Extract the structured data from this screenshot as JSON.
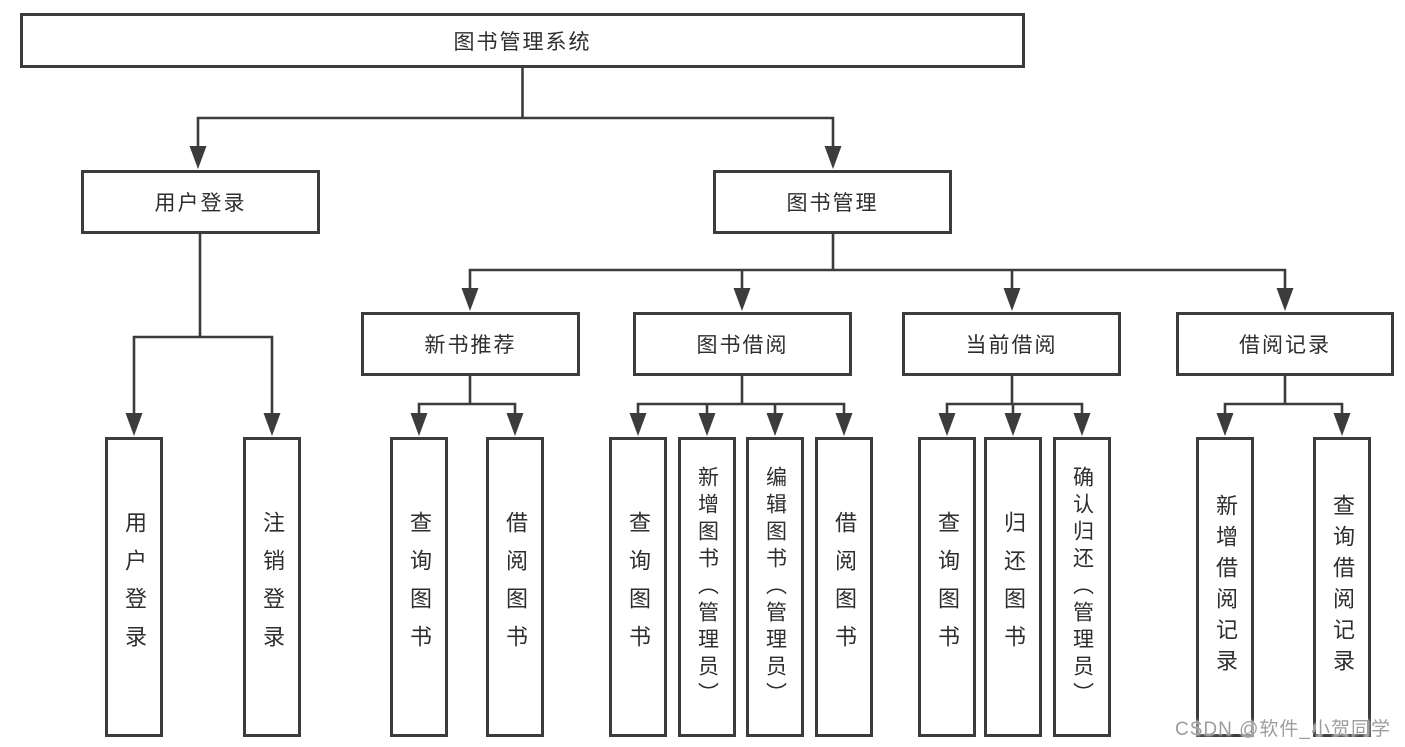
{
  "colors": {
    "line": "#3c3c3c",
    "box_border": "#3c3c3c",
    "text": "#2e2e2e",
    "watermark": "#9d9d9d",
    "background": "#ffffff"
  },
  "watermark": {
    "text": "CSDN @软件_小贺同学"
  },
  "tree": {
    "label": "图书管理系统",
    "children": [
      {
        "label": "用户登录",
        "children": [
          {
            "label": "用户登录"
          },
          {
            "label": "注销登录"
          }
        ]
      },
      {
        "label": "图书管理",
        "children": [
          {
            "label": "新书推荐",
            "children": [
              {
                "label": "查询图书"
              },
              {
                "label": "借阅图书"
              }
            ]
          },
          {
            "label": "图书借阅",
            "children": [
              {
                "label": "查询图书"
              },
              {
                "label": "新增图书（管理员）"
              },
              {
                "label": "编辑图书（管理员）"
              },
              {
                "label": "借阅图书"
              }
            ]
          },
          {
            "label": "当前借阅",
            "children": [
              {
                "label": "查询图书"
              },
              {
                "label": "归还图书"
              },
              {
                "label": "确认归还（管理员）"
              }
            ]
          },
          {
            "label": "借阅记录",
            "children": [
              {
                "label": "新增借阅记录"
              },
              {
                "label": "查询借阅记录"
              }
            ]
          }
        ]
      }
    ]
  }
}
